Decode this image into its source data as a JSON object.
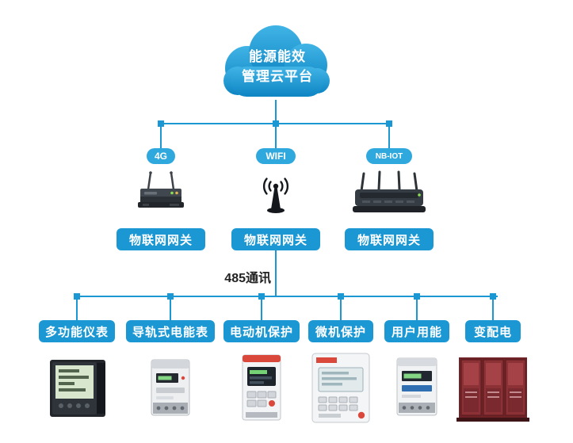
{
  "cloud": {
    "line1": "能源能效",
    "line2": "管理云平台"
  },
  "gateways": [
    {
      "badge": "4G",
      "label": "物联网网关",
      "icon": "4g-router-icon"
    },
    {
      "badge": "WIFI",
      "label": "物联网网关",
      "icon": "wifi-antenna-icon"
    },
    {
      "badge": "NB-IOT",
      "label": "物联网网关",
      "icon": "nbiot-router-icon"
    }
  ],
  "bus": {
    "label": "485通讯"
  },
  "devices": [
    {
      "label": "多功能仪表",
      "icon": "multifunction-meter-icon"
    },
    {
      "label": "导轨式电能表",
      "icon": "din-rail-meter-icon"
    },
    {
      "label": "电动机保护",
      "icon": "motor-protection-icon"
    },
    {
      "label": "微机保护",
      "icon": "microcomputer-protection-icon"
    },
    {
      "label": "用户用能",
      "icon": "user-energy-meter-icon"
    },
    {
      "label": "变配电",
      "icon": "power-distribution-cabinet-icon"
    }
  ],
  "colors": {
    "accent": "#1b98d4",
    "badge": "#2fa8dd",
    "cloud-top": "#41b4e6",
    "cloud-bottom": "#0d85c3",
    "bus-label": "#222222",
    "background": "#ffffff"
  }
}
